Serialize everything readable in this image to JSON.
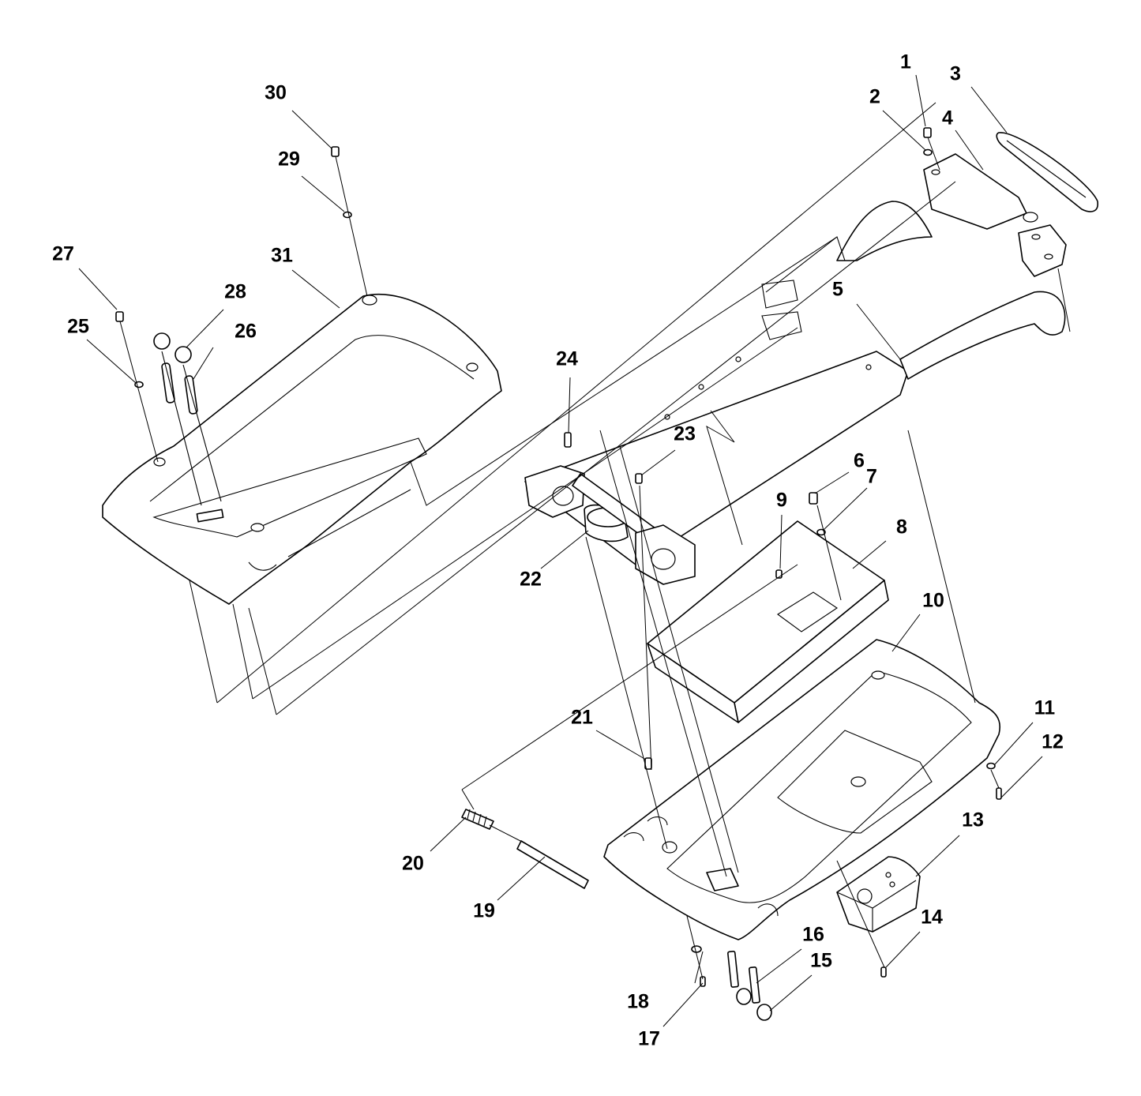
{
  "callouts": [
    "1",
    "2",
    "3",
    "4",
    "5",
    "6",
    "7",
    "8",
    "9",
    "10",
    "11",
    "12",
    "13",
    "14",
    "15",
    "16",
    "17",
    "18",
    "19",
    "20",
    "21",
    "22",
    "23",
    "24",
    "25",
    "26",
    "27",
    "28",
    "29",
    "30",
    "31"
  ],
  "colors": {
    "ink": "#000000",
    "paper": "#ffffff"
  }
}
